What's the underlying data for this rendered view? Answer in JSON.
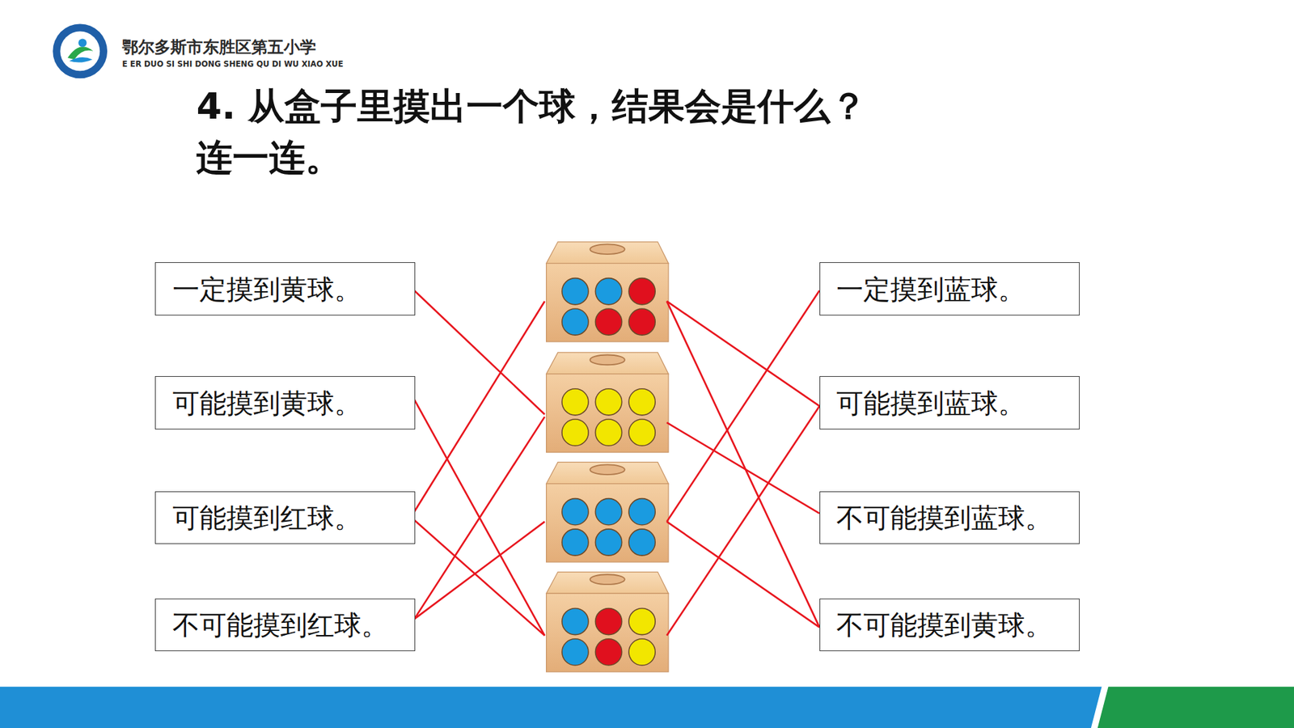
{
  "diagram": {
    "title": "4. 从盒子里摸出一个球，结果会是什么？ 连一连。",
    "nodes": [
      {
        "text": [
          "一定摸到黄球。"
        ]
      },
      {
        "text": [
          "可能摸到黄球。"
        ]
      },
      {
        "text": [
          "可能摸到红球。"
        ]
      },
      {
        "text": [
          "不可能摸到红球。"
        ]
      },
      {
        "text": [
          "一定摸到蓝球。"
        ]
      },
      {
        "text": [
          "可能摸到蓝球。"
        ]
      },
      {
        "text": [
          "不可能摸到蓝球。"
        ]
      },
      {
        "text": [
          "不可能摸到黄球。"
        ]
      }
    ],
    "labels": [
      "鄂尔多斯市东胜区第五小学",
      "E ER DUO SI SHI DONG SHENG QU DI WU XIAO XUE"
    ]
  }
}
